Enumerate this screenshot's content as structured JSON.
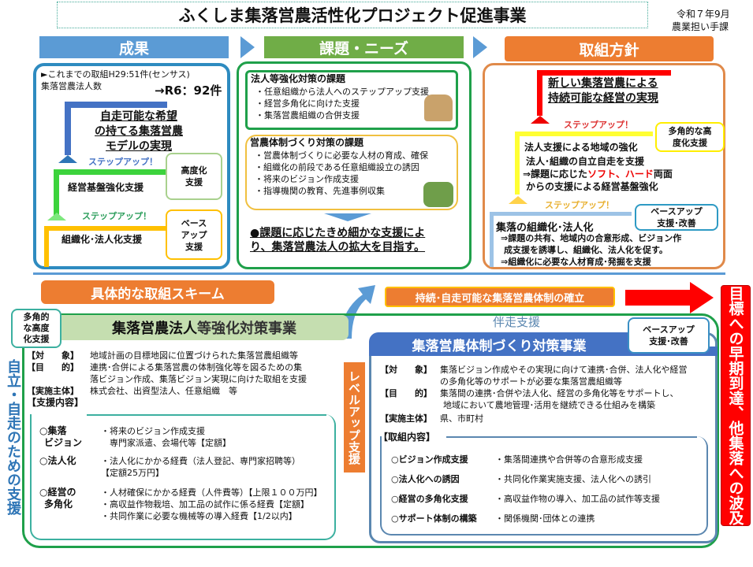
{
  "title": "ふくしま集落営農活性化プロジェクト促進事業",
  "date": "令和７年9月",
  "dept": "農業担い手課",
  "colors": {
    "blue": "#5b9bd5",
    "green": "#70ad47",
    "orange": "#ed7d31",
    "red": "#ff0000",
    "darkblue": "#4472c4"
  },
  "sections": {
    "results": "成果",
    "issues": "課題・ニーズ",
    "policy": "取組方針"
  },
  "results": {
    "line1": "►これまでの取組H29:51件(センサス)",
    "line2": "集落営農法人数",
    "count": "→R6：92件",
    "goal": [
      "自走可能な希望",
      "の持てる集落営農",
      "モデルの実現"
    ],
    "stepup": "ステップアップ！",
    "level2": "経営基盤強化支援",
    "tag2": [
      "高度化",
      "支援"
    ],
    "level1": "組織化･法人化支援",
    "tag1": [
      "ベース",
      "アップ",
      "支援"
    ]
  },
  "issues": {
    "box1_title": "法人等強化対策の課題",
    "box1_items": [
      "・任意組織から法人へのステップアップ支援",
      "・経営多角化に向けた支援",
      "・集落営農組織の合併支援"
    ],
    "box2_title": "営農体制づくり対策の課題",
    "box2_items": [
      "・営農体制づくりに必要な人材の育成、確保",
      "・組織化の前段である任意組織設立の誘因",
      "・将来のビジョン作成支援",
      "・指導機関の教育、先進事例収集"
    ],
    "conclusion": [
      "●課題に応じたきめ細かな支援によ",
      "り、集落営農法人の拡大を目指す。"
    ]
  },
  "policy": {
    "goal": [
      "新しい集落営農による",
      "持続可能な経営の実現"
    ],
    "stepup": "ステップアップ！",
    "tag_top": [
      "多角的な高",
      "度化支援"
    ],
    "mid_title": "法人支援による地域の強化",
    "mid_1": "法人･組織の自立自走を支援",
    "mid_2a": "⇒課題に応じた",
    "mid_2b": "ソフト、ハード",
    "mid_2c": "両面",
    "mid_3": "からの支援による経営基盤強化",
    "tag_base": [
      "ベースアップ",
      "支援･改善"
    ],
    "low_title": "集落の組織化･法人化",
    "low_items": [
      "⇒課題の共有、地域内の合意形成、ビジョン作",
      "成支援を誘導し、組織化、法人化を促す。",
      "⇒組織化に必要な人材育成･発掘を支援"
    ]
  },
  "scheme": {
    "title": "具体的な取組スキーム",
    "establish": "持続･自走可能な集落営農体制の確立",
    "goal_vertical": "目標への早期到達、他集落への波及",
    "left_vertical": "自立・自走のための支援",
    "levelup": "レベルアップ支援",
    "accompany": "伴走支援"
  },
  "left_project": {
    "tag": [
      "多角的",
      "な高度",
      "化支援"
    ],
    "title_a": "集落営農法人",
    "title_b": "等強化対策事業",
    "rows": [
      {
        "k": "【対　　象】",
        "v": [
          "地域計画の目標地図に位置づけられた集落営農組織等"
        ]
      },
      {
        "k": "【目　　的】",
        "v": [
          "連携･合併による集落営農の体制強化等を図るための集",
          "落ビジョン作成、集落ビジョン実現に向けた取組を支援"
        ]
      },
      {
        "k": "【実施主体】",
        "v": [
          "株式会社、出資型法人、任意組織　等"
        ]
      }
    ],
    "support_label": "【支援内容】",
    "support": [
      {
        "k": [
          "○集落",
          "ビジョン"
        ],
        "v": [
          "・将来のビジョン作成支援",
          "　専門家派遣、会場代等【定額】"
        ]
      },
      {
        "k": [
          "○法人化"
        ],
        "v": [
          "・法人化にかかる経費（法人登記、専門家招聘等）",
          "【定額25万円】"
        ]
      },
      {
        "k": [
          "○経営の",
          "多角化"
        ],
        "v": [
          "・人材確保にかかる経費（人件費等）【上限１００万円】",
          "・高収益作物栽培、加工品の試作に係る経費【定額】",
          "・共同作業に必要な機械等の導入経費【1/2以内】"
        ]
      }
    ]
  },
  "right_project": {
    "title": "集落営農体制づくり対策事業",
    "tag": [
      "ベースアップ",
      "支援･改善"
    ],
    "rows": [
      {
        "k": "【対　　象】",
        "v": [
          "集落ビジョン作成やその実現に向けて連携･合併、法人化や経営",
          "の多角化等のサポートが必要な集落営農組織等"
        ]
      },
      {
        "k": "【目　　的】",
        "v": [
          "集落間の連携･合併や法人化、経営の多角化等をサポートし、",
          "地域において農地管理･活用を継続できる仕組みを構築"
        ]
      },
      {
        "k": "【実施主体】",
        "v": [
          "県、市町村"
        ]
      }
    ],
    "content_label": "【取組内容】",
    "contents": [
      {
        "k": "○ビジョン作成支援",
        "v": "・集落間連携や合併等の合意形成支援"
      },
      {
        "k": "○法人化への誘因",
        "v": "・共同化作業実施支援、法人化への誘引"
      },
      {
        "k": "○経営の多角化支援",
        "v": "・高収益作物の導入、加工品の試作等支援"
      },
      {
        "k": "○サポート体制の構築",
        "v": "・関係機関･団体との連携"
      }
    ]
  }
}
